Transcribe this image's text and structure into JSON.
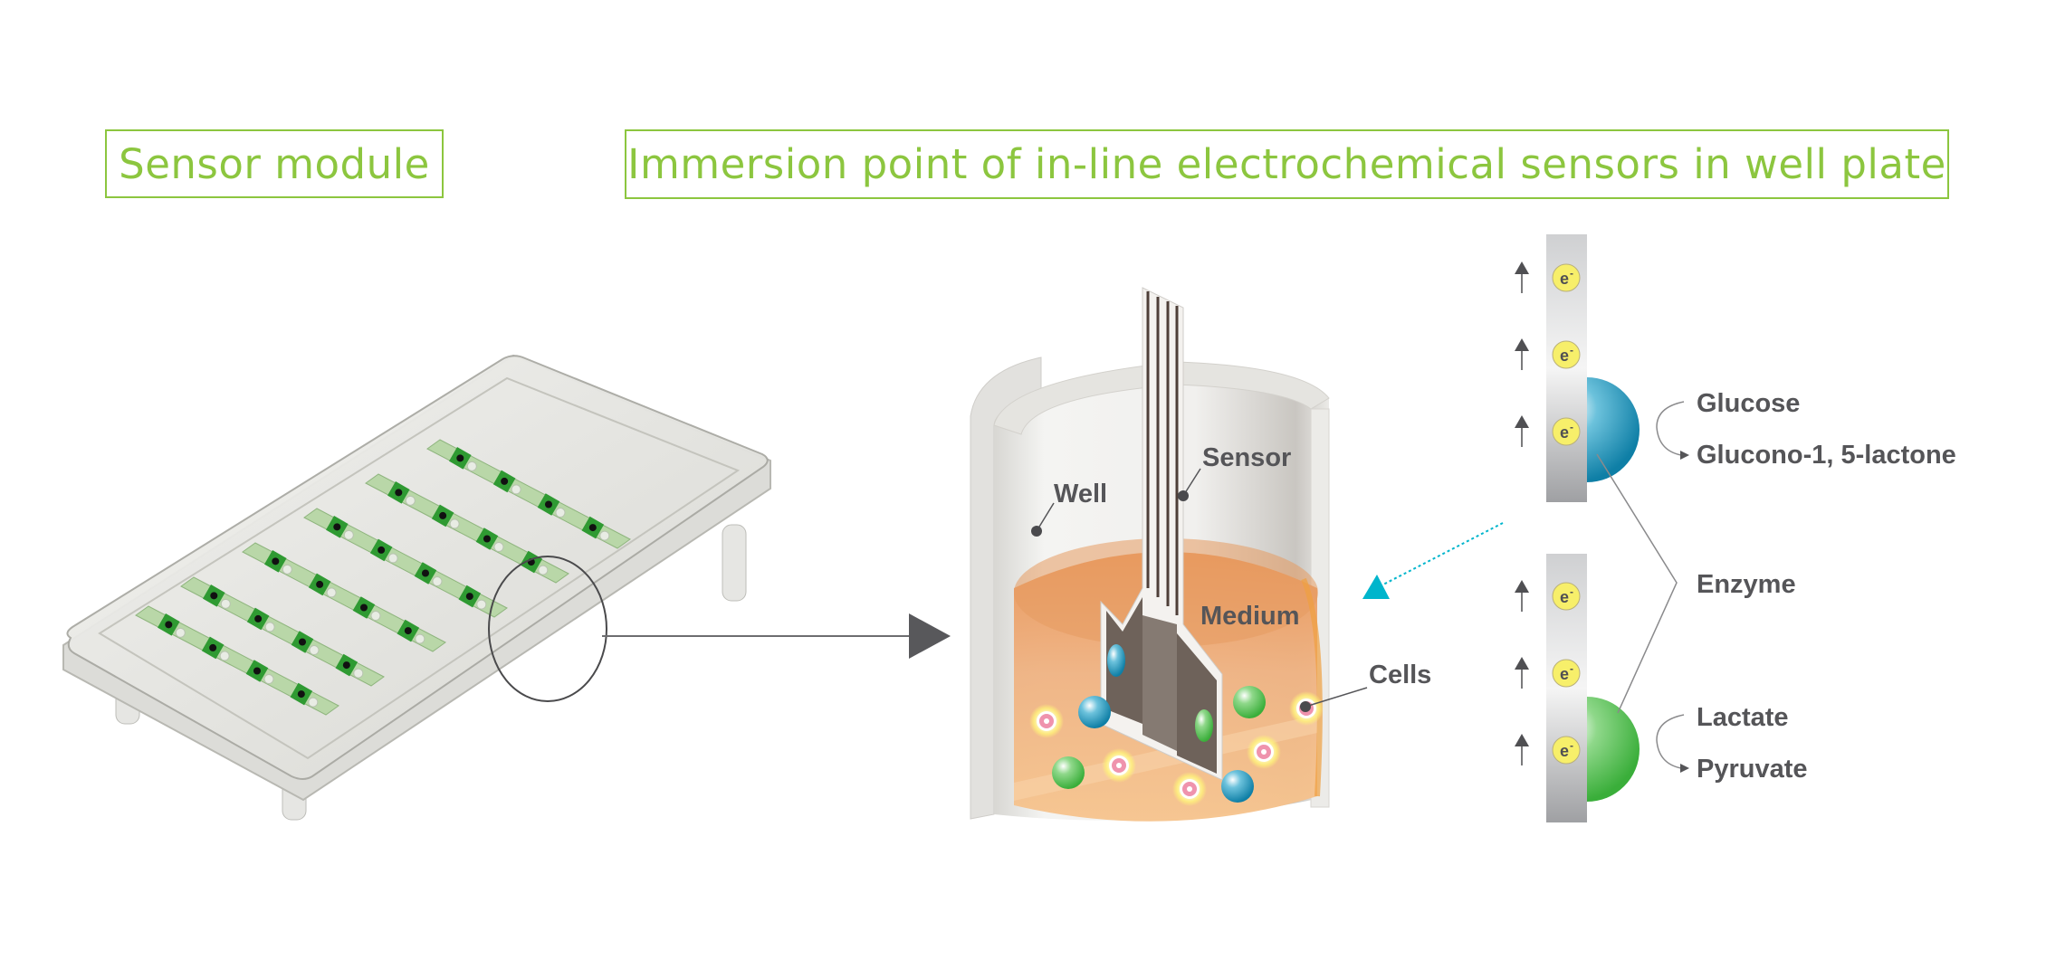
{
  "titles": {
    "sensor_module": "Sensor module",
    "immersion_point": "Immersion point of in-line electrochemical sensors in well plate"
  },
  "well_labels": {
    "well": "Well",
    "sensor": "Sensor",
    "medium": "Medium",
    "cells": "Cells"
  },
  "reaction": {
    "glucose": "Glucose",
    "glucose_product": "Glucono-1, 5-lactone",
    "enzyme": "Enzyme",
    "lactate": "Lactate",
    "lactate_product": "Pyruvate",
    "electron": "e",
    "electron_charge": "-"
  },
  "colors": {
    "accent_green": "#8cc63f",
    "label_gray": "#555558",
    "medium_orange": "#eea36a",
    "pointer_cyan": "#00b5cc",
    "glucose_enzyme": "#1a8fb0",
    "lactate_enzyme": "#4db848",
    "electron_yellow": "#f7ef6a"
  }
}
